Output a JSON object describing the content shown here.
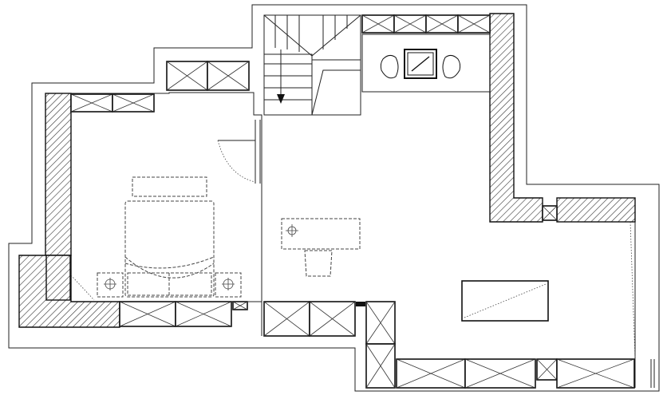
{
  "drawing": {
    "type": "floor-plan",
    "rooms": [
      "bedroom",
      "living-area",
      "stair-hall",
      "sofa-area"
    ],
    "colors": {
      "line": "#111111",
      "hatch": "#333333",
      "background": "#ffffff"
    }
  }
}
